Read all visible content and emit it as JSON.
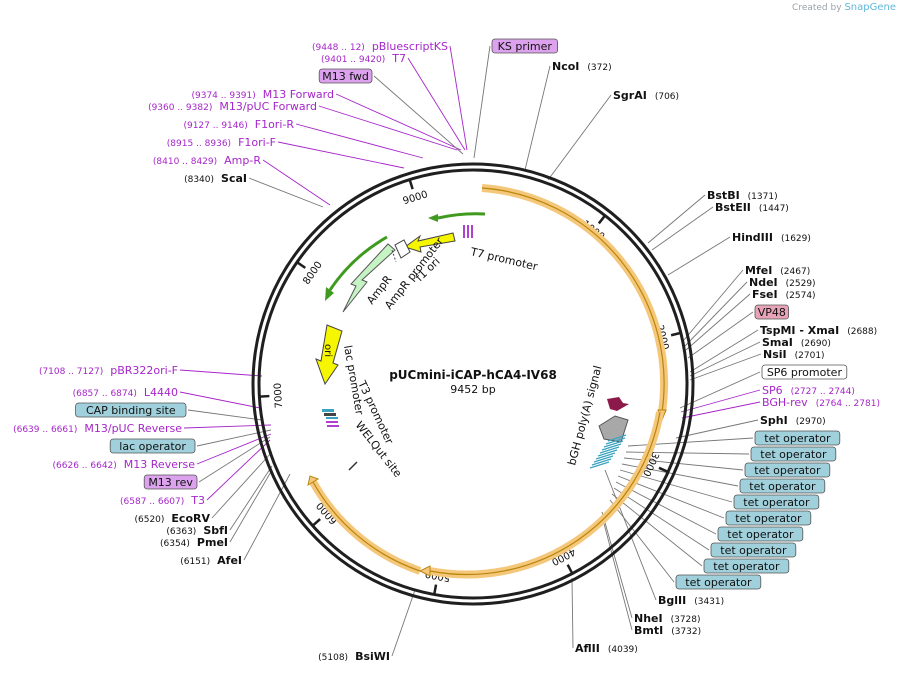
{
  "credit": {
    "prefix": "Created by",
    "brand": "SnapGene"
  },
  "plasmid": {
    "name": "pUCmini-iCAP-hCA4-IV68",
    "size_label": "9452 bp",
    "length": 9452
  },
  "ticks": [
    "1000",
    "2000",
    "3000",
    "4000",
    "5000",
    "6000",
    "7000",
    "8000",
    "9000"
  ],
  "features": [
    {
      "label": "T7 promoter"
    },
    {
      "label": "f1 ori"
    },
    {
      "label": "AmpR"
    },
    {
      "label": "AmpR promoter"
    },
    {
      "label": "ori"
    },
    {
      "label": "lac promoter"
    },
    {
      "label": "T3 promoter"
    },
    {
      "label": "WELQut site"
    },
    {
      "label": "bGH poly(A) signal"
    }
  ],
  "sites": [
    {
      "name": "KS primer",
      "style": "primer"
    },
    {
      "name": "NcoI",
      "pos": "(372)"
    },
    {
      "name": "SgrAI",
      "pos": "(706)"
    },
    {
      "name": "BstBI",
      "pos": "(1371)"
    },
    {
      "name": "BstEII",
      "pos": "(1447)"
    },
    {
      "name": "HindIII",
      "pos": "(1629)"
    },
    {
      "name": "MfeI",
      "pos": "(2467)"
    },
    {
      "name": "NdeI",
      "pos": "(2529)"
    },
    {
      "name": "FseI",
      "pos": "(2574)"
    },
    {
      "name": "VP48",
      "style": "pink"
    },
    {
      "name": "TspMI",
      "name2": " - XmaI",
      "pos": "(2688)"
    },
    {
      "name": "SmaI",
      "pos": "(2690)"
    },
    {
      "name": "NsiI",
      "pos": "(2701)"
    },
    {
      "name": "SP6 promoter",
      "style": "white"
    },
    {
      "name": "SP6",
      "range": "(2727 .. 2744)",
      "style": "magenta"
    },
    {
      "name": "BGH-rev",
      "range": "(2764 .. 2781)",
      "style": "magenta"
    },
    {
      "name": "SphI",
      "pos": "(2970)"
    },
    {
      "name": "tet operator",
      "style": "teal"
    },
    {
      "name": "tet operator",
      "style": "teal"
    },
    {
      "name": "tet operator",
      "style": "teal"
    },
    {
      "name": "tet operator",
      "style": "teal"
    },
    {
      "name": "tet operator",
      "style": "teal"
    },
    {
      "name": "tet operator",
      "style": "teal"
    },
    {
      "name": "tet operator",
      "style": "teal"
    },
    {
      "name": "tet operator",
      "style": "teal"
    },
    {
      "name": "tet operator",
      "style": "teal"
    },
    {
      "name": "tet operator",
      "style": "teal"
    },
    {
      "name": "BglII",
      "pos": "(3431)"
    },
    {
      "name": "NheI",
      "pos": "(3728)"
    },
    {
      "name": "BmtI",
      "pos": "(3732)"
    },
    {
      "name": "AflII",
      "pos": "(4039)"
    },
    {
      "name": "BsiWI",
      "pos": "(5108)"
    },
    {
      "name": "AfeI",
      "pos": "(6151)"
    },
    {
      "name": "PmeI",
      "pos": "(6354)"
    },
    {
      "name": "SbfI",
      "pos": "(6363)"
    },
    {
      "name": "EcoRV",
      "pos": "(6520)"
    },
    {
      "name": "T3",
      "range": "(6587 .. 6607)",
      "style": "magenta"
    },
    {
      "name": "M13 rev",
      "style": "primer"
    },
    {
      "name": "M13 Reverse",
      "range": "(6626 .. 6642)",
      "style": "magenta"
    },
    {
      "name": "lac operator",
      "style": "teal"
    },
    {
      "name": "M13/pUC Reverse",
      "range": "(6639 .. 6661)",
      "style": "magenta"
    },
    {
      "name": "CAP binding site",
      "style": "teal"
    },
    {
      "name": "L4440",
      "range": "(6857 .. 6874)",
      "style": "magenta"
    },
    {
      "name": "pBR322ori-F",
      "range": "(7108 .. 7127)",
      "style": "magenta"
    },
    {
      "name": "ScaI",
      "pos": "(8340)"
    },
    {
      "name": "Amp-R",
      "range": "(8410 .. 8429)",
      "style": "magenta"
    },
    {
      "name": "F1ori-F",
      "range": "(8915 .. 8936)",
      "style": "magenta"
    },
    {
      "name": "F1ori-R",
      "range": "(9127 .. 9146)",
      "style": "magenta"
    },
    {
      "name": "M13/pUC Forward",
      "range": "(9360 .. 9382)",
      "style": "magenta"
    },
    {
      "name": "M13 Forward",
      "range": "(9374 .. 9391)",
      "style": "magenta"
    },
    {
      "name": "M13 fwd",
      "style": "primer"
    },
    {
      "name": "T7",
      "range": "(9401 .. 9420)",
      "style": "magenta"
    },
    {
      "name": "pBluescriptKS",
      "range": "(9448 .. 12)",
      "style": "magenta"
    }
  ],
  "colors": {
    "backbone": "#1f1f1f",
    "enzyme_text": "#111111",
    "primer_text": "#a626c9",
    "primer_box": "#dda2ee",
    "teal_box": "#9fd0db",
    "pink_box": "#e8a3b8",
    "orf_fill": "#f5c77a",
    "orf_stroke": "#b8860b",
    "ori_fill": "#f6f600",
    "ampr_fill": "#c6f3c4",
    "green_arrow": "#3f9a1f",
    "bgh_fill": "#a8a8a8",
    "leader": "#777777"
  }
}
